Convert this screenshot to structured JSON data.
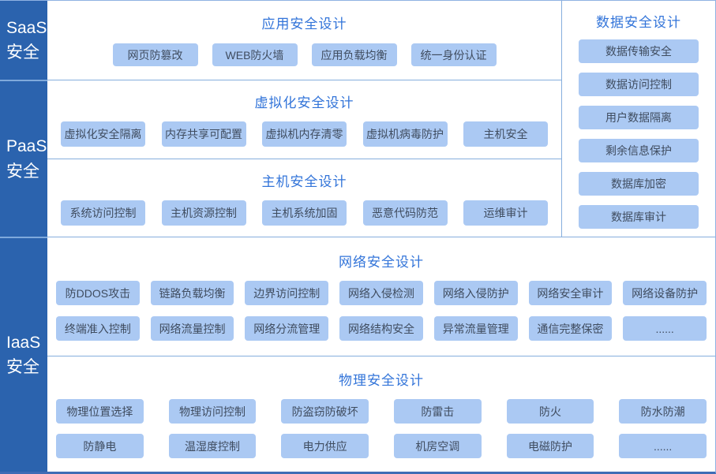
{
  "sidebar": [
    {
      "top": "SaaS",
      "bottom": "安全"
    },
    {
      "top": "PaaS",
      "bottom": "安全"
    },
    {
      "top": "IaaS",
      "bottom": "安全"
    }
  ],
  "sections": {
    "app": {
      "title": "应用安全设计",
      "items": [
        "网页防篡改",
        "WEB防火墙",
        "应用负载均衡",
        "统一身份认证"
      ]
    },
    "virtualization": {
      "title": "虚拟化安全设计",
      "items": [
        "虚拟化安全隔离",
        "内存共享可配置",
        "虚拟机内存清零",
        "虚拟机病毒防护",
        "主机安全"
      ]
    },
    "host": {
      "title": "主机安全设计",
      "items": [
        "系统访问控制",
        "主机资源控制",
        "主机系统加固",
        "恶意代码防范",
        "运维审计"
      ]
    },
    "data": {
      "title": "数据安全设计",
      "items": [
        "数据传输安全",
        "数据访问控制",
        "用户数据隔离",
        "剩余信息保护",
        "数据库加密",
        "数据库审计"
      ]
    },
    "network": {
      "title": "网络安全设计",
      "rows": [
        [
          "防DDOS攻击",
          "链路负载均衡",
          "边界访问控制",
          "网络入侵检测",
          "网络入侵防护",
          "网络安全审计",
          "网络设备防护"
        ],
        [
          "终端准入控制",
          "网络流量控制",
          "网络分流管理",
          "网络结构安全",
          "异常流量管理",
          "通信完整保密",
          "......"
        ]
      ]
    },
    "physical": {
      "title": "物理安全设计",
      "rows": [
        [
          "物理位置选择",
          "物理访问控制",
          "防盗窃防破坏",
          "防雷击",
          "防火",
          "防水防潮"
        ],
        [
          "防静电",
          "温湿度控制",
          "电力供应",
          "机房空调",
          "电磁防护",
          "......"
        ]
      ]
    }
  },
  "colors": {
    "sidebar_bg": "#2b63ae",
    "button_bg": "#abc9f3",
    "button_text": "#3f4c5f",
    "title_text": "#3274d9",
    "divider": "#86aedd"
  }
}
